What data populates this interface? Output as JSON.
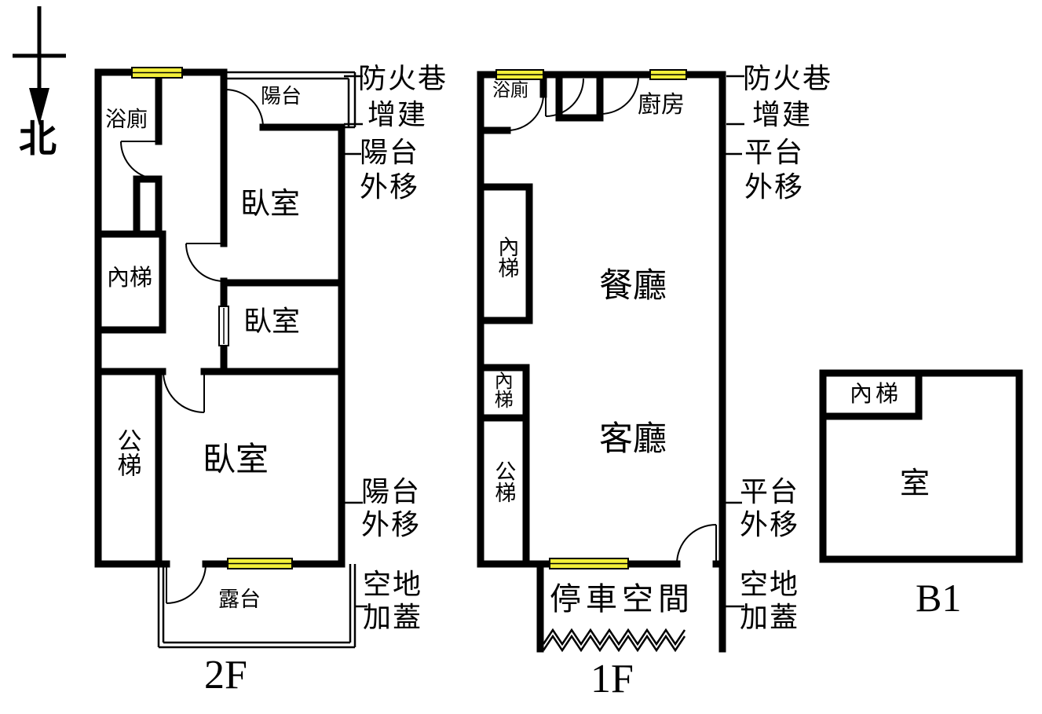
{
  "compass": {
    "north_label": "北"
  },
  "plan_2f": {
    "floor_label": "2F",
    "rooms": {
      "bath": "浴廁",
      "balcony": "陽台",
      "bedroom_top": "臥室",
      "inner_stairs": "內梯",
      "bedroom_mid": "臥室",
      "public_stairs": "公梯",
      "bedroom_main": "臥室",
      "terrace": "露台"
    },
    "annotations": {
      "fire_lane_1": "防火巷",
      "fire_lane_2": "增建",
      "balcony_out_top_1": "陽台",
      "balcony_out_top_2": "外移",
      "balcony_out_bottom_1": "陽台",
      "balcony_out_bottom_2": "外移",
      "vacant_cover_1": "空地",
      "vacant_cover_2": "加蓋"
    }
  },
  "plan_1f": {
    "floor_label": "1F",
    "rooms": {
      "bath": "浴廁",
      "kitchen": "廚房",
      "inner_stairs_upper": "內梯",
      "dining": "餐廳",
      "inner_stairs_lower": "內梯",
      "living": "客廳",
      "public_stairs": "公梯",
      "parking": "停車空間"
    },
    "annotations": {
      "fire_lane_1": "防火巷",
      "fire_lane_2": "增建",
      "platform_out_top_1": "平台",
      "platform_out_top_2": "外移",
      "platform_out_bottom_1": "平台",
      "platform_out_bottom_2": "外移",
      "vacant_cover_1": "空地",
      "vacant_cover_2": "加蓋"
    }
  },
  "plan_b1": {
    "floor_label": "B1",
    "rooms": {
      "inner_stairs": "內梯",
      "room": "室"
    }
  },
  "colors": {
    "wall": "#000000",
    "window_fill": "#f3ef39",
    "background": "#ffffff"
  }
}
